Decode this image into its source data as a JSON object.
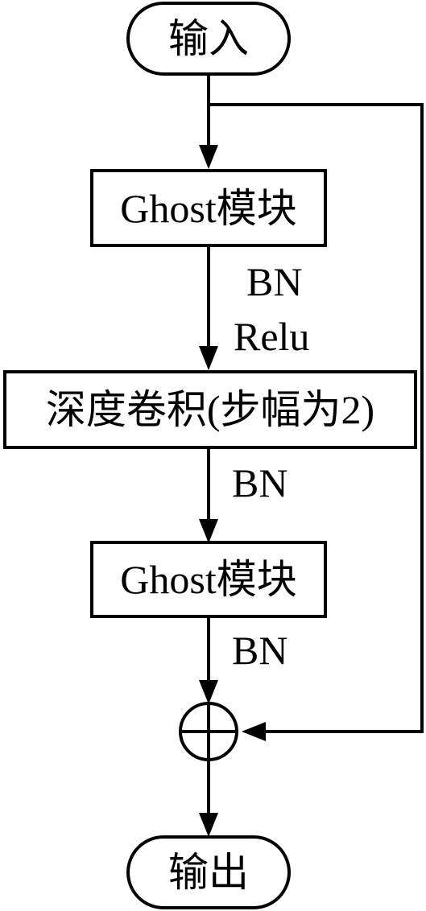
{
  "diagram": {
    "nodes": {
      "input": "输入",
      "ghost_module_1": "Ghost模块",
      "depthwise_conv": "深度卷积(步幅为2)",
      "ghost_module_2": "Ghost模块",
      "output": "输出"
    },
    "edge_labels": {
      "bn_1": "BN",
      "relu_1": "Relu",
      "bn_2": "BN",
      "bn_3": "BN"
    },
    "sum_symbol": "plus-in-circle"
  }
}
